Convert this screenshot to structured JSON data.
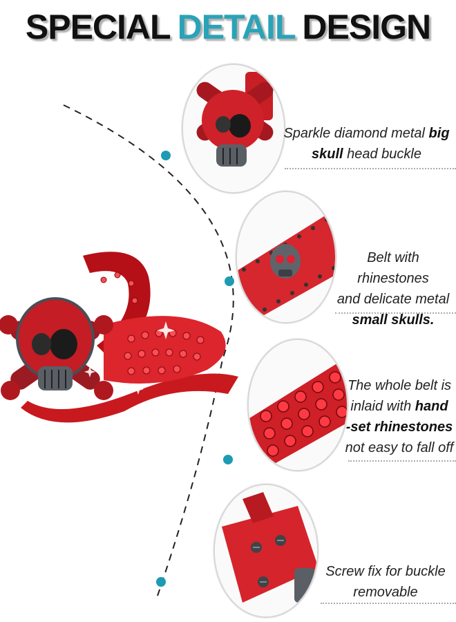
{
  "headline": {
    "part1": "SPECIAL",
    "part2": "DETAIL",
    "part3": "DESIGN"
  },
  "colors": {
    "accent": "#2aa3b8",
    "belt_red": "#d9202a",
    "metal": "#5a5f66",
    "dot": "#1d9bb3"
  },
  "features": [
    {
      "icon": "skull-crossbones-buckle-icon",
      "line1_a": "Sparkle diamond metal ",
      "line1_b": "big",
      "line2_a": "skull",
      "line2_b": " head buckle"
    },
    {
      "icon": "small-metal-skull-icon",
      "line1": "Belt with rhinestones",
      "line2": "and delicate metal",
      "line3_a": "small skulls."
    },
    {
      "icon": "rhinestone-rows-icon",
      "line1": "The whole belt is",
      "line2_a": "inlaid with ",
      "line2_b": "hand",
      "line3_a": "-set rhinestones",
      "line4": "not easy to fall off"
    },
    {
      "icon": "buckle-screw-icon",
      "line1": "Screw fix for buckle",
      "line2": "removable"
    }
  ]
}
